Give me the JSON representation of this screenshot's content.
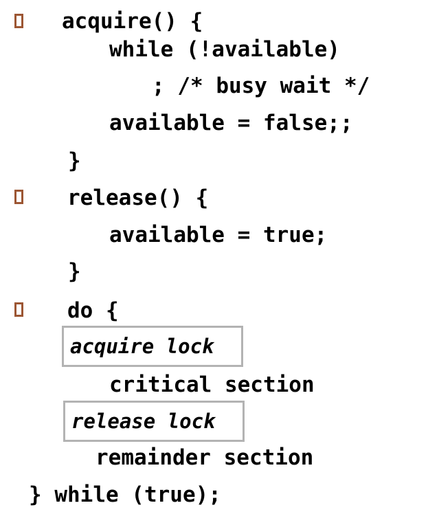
{
  "slide": {
    "background_color": "#ffffff",
    "text_color": "#000000",
    "bullet_color": "#9c5633",
    "box_border_color": "#b3b3b3",
    "bullet_glyph": "missing-glyph-box"
  },
  "bullets": [
    {
      "name": "bullet-acquire"
    },
    {
      "name": "bullet-release"
    },
    {
      "name": "bullet-do"
    }
  ],
  "code_lines": [
    {
      "text": "acquire() {"
    },
    {
      "text": "while (!available)"
    },
    {
      "text": "; /* busy wait */"
    },
    {
      "text": "available = false;;"
    },
    {
      "text": "}"
    },
    {
      "text": "release() {"
    },
    {
      "text": "available = true;"
    },
    {
      "text": "}"
    },
    {
      "text": "do {"
    },
    {
      "text": "critical section"
    },
    {
      "text": "remainder section"
    },
    {
      "text": "} while (true);"
    }
  ],
  "boxes": [
    {
      "text": "acquire lock"
    },
    {
      "text": "release lock"
    }
  ]
}
